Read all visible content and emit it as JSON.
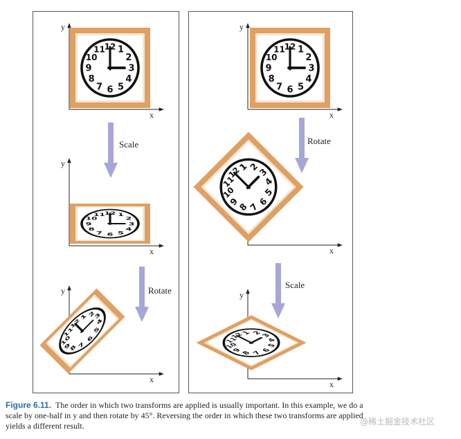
{
  "colors": {
    "frame": "#e0a062",
    "frame_inner": "#f3e6d3",
    "arrow": "#a7a6d6",
    "axis": "#222222",
    "panel_border": "#555555",
    "caption_number": "#2f6aa8"
  },
  "clock_numerals": [
    "12",
    "1",
    "2",
    "3",
    "4",
    "5",
    "6",
    "7",
    "8",
    "9",
    "10",
    "11"
  ],
  "left_column": {
    "steps": [
      {
        "label": "Scale",
        "x_axis": "x",
        "y_axis": "y"
      },
      {
        "label": "Rotate",
        "x_axis": "x",
        "y_axis": "y"
      }
    ],
    "initial": {
      "x_axis": "x",
      "y_axis": "y"
    },
    "transform": {
      "scale_y": 0.5,
      "rotate_deg": 45
    }
  },
  "right_column": {
    "steps": [
      {
        "label": "Rotate",
        "x_axis": "x",
        "y_axis": "y"
      },
      {
        "label": "Scale",
        "x_axis": "x",
        "y_axis": "y"
      }
    ],
    "initial": {
      "x_axis": "x",
      "y_axis": "y"
    },
    "transform": {
      "rotate_deg": 45,
      "scale_y": 0.5
    }
  },
  "caption": {
    "number": "Figure 6.11.",
    "text": "The order in which two transforms are applied is usually important. In this example, we do a scale by one-half in y and then rotate by 45°. Reversing the order in which these two transforms are applied yields a different result."
  },
  "watermark": "@稀土掘金技术社区"
}
